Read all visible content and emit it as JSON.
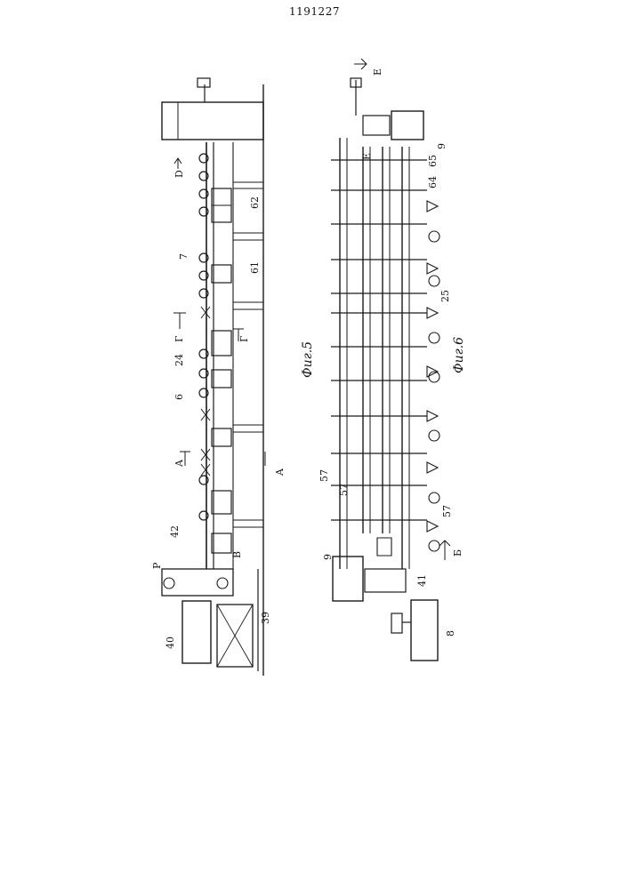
{
  "header": {
    "patent_number": "1191227"
  },
  "figure5": {
    "caption": "Фиг.5",
    "labels": [
      "D",
      "62",
      "7",
      "61",
      "Г",
      "Г",
      "24",
      "6",
      "A",
      "A",
      "42",
      "P",
      "B",
      "40",
      "39"
    ]
  },
  "figure6": {
    "caption": "Фиг.6",
    "labels": [
      "E",
      "E",
      "9",
      "65",
      "64",
      "25",
      "57",
      "57",
      "57",
      "Б",
      "9",
      "41",
      "8"
    ]
  }
}
